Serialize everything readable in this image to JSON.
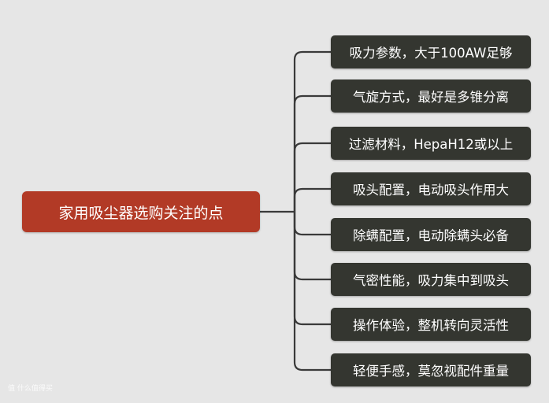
{
  "root": {
    "label": "家用吸尘器选购关注的点"
  },
  "branches": [
    {
      "label": "吸力参数，大于100AW足够"
    },
    {
      "label": "气旋方式，最好是多锥分离"
    },
    {
      "label": "过滤材料，HepaH12或以上"
    },
    {
      "label": "吸头配置，电动吸头作用大"
    },
    {
      "label": "除螨配置，电动除螨头必备"
    },
    {
      "label": "气密性能，吸力集中到吸头"
    },
    {
      "label": "操作体验，整机转向灵活性"
    },
    {
      "label": "轻便手感，莫忽视配件重量"
    }
  ],
  "watermark": {
    "text": "值 什么值得买"
  },
  "colors": {
    "background": "#e6e6e6",
    "root_fill": "#b23a26",
    "branch_fill": "#343630",
    "connector": "#3a3a3a",
    "text": "#ffffff"
  }
}
